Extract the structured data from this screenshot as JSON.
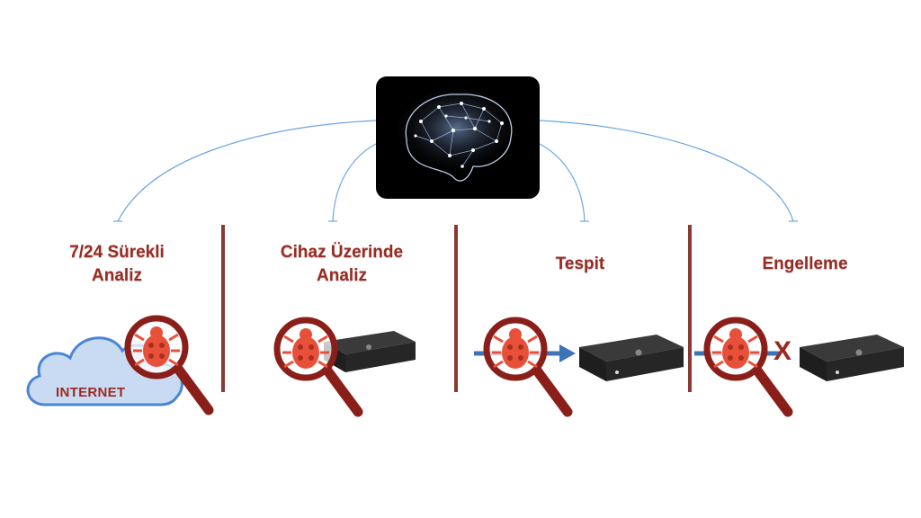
{
  "columns": [
    {
      "title_line1": "7/24 Sürekli",
      "title_line2": "Analiz"
    },
    {
      "title_line1": "Cihaz Üzerinde",
      "title_line2": "Analiz"
    },
    {
      "title_line1": "Tespit",
      "title_line2": ""
    },
    {
      "title_line1": "Engelleme",
      "title_line2": ""
    }
  ],
  "cloud_label": "INTERNET",
  "block_mark": "X",
  "colors": {
    "title": "#9a2a21",
    "divider": "#8a3a33",
    "connector": "#6aa6e6",
    "cloud_fill": "#c9dbf3",
    "cloud_stroke": "#4a86d4",
    "arrow": "#3f73b8",
    "magnifier": "#8a1f1a",
    "bug": "#e8503a"
  },
  "icons": [
    "brain-network-icon",
    "cloud-icon",
    "magnifier-bug-icon",
    "device-box-icon",
    "arrow-icon"
  ]
}
